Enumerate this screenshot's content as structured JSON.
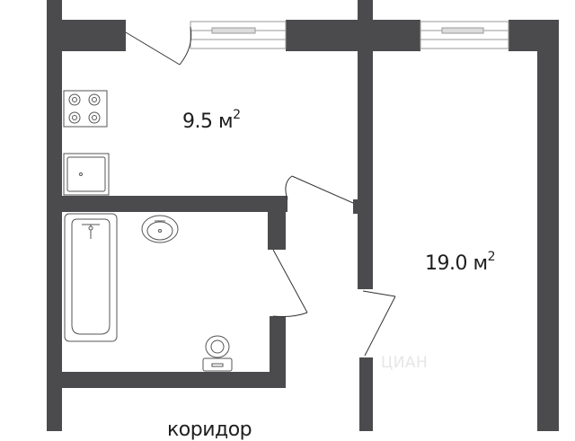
{
  "rooms": {
    "kitchen": {
      "area_value": "9.5",
      "unit": "м",
      "unit_power": "2"
    },
    "living": {
      "area_value": "19.0",
      "unit": "м",
      "unit_power": "2"
    },
    "corridor": {
      "label": "коридор"
    }
  },
  "watermark": {
    "text": "ЦИАН"
  },
  "colors": {
    "wall": "#4b4b4d",
    "fixture_stroke": "#555555",
    "window": "#9a9a9a",
    "text": "#1e1e1e",
    "watermark": "#e6e6e6",
    "background": "#ffffff"
  },
  "icons": [
    "stove-icon",
    "kitchen-sink-icon",
    "bathtub-icon",
    "washbasin-icon",
    "toilet-icon"
  ]
}
